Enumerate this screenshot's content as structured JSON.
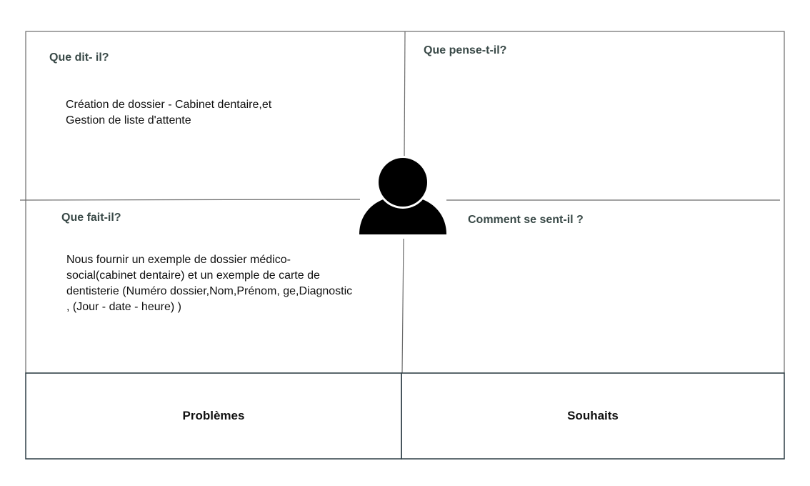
{
  "quadrants": {
    "says": {
      "title": "Que dit- il?",
      "body": "Création de dossier - Cabinet dentaire,et\nGestion de liste d'attente"
    },
    "thinks": {
      "title": "Que pense-t-il?"
    },
    "does": {
      "title": "Que fait-il?",
      "body": "Nous fournir un exemple de dossier médico-\nsocial(cabinet dentaire) et un exemple de carte de\ndentisterie (Numéro dossier,Nom,Prénom, ge,Diagnostic\n, (Jour - date - heure) )"
    },
    "feels": {
      "title": "Comment se sent-il ?"
    }
  },
  "bottom": {
    "problems": "Problèmes",
    "wishes": "Souhaits"
  },
  "persona": {
    "icon": "user-icon",
    "color": "#000000"
  },
  "colors": {
    "border": "#2f3f46",
    "divider": "#6b6b6b",
    "title": "#3a4a48"
  }
}
